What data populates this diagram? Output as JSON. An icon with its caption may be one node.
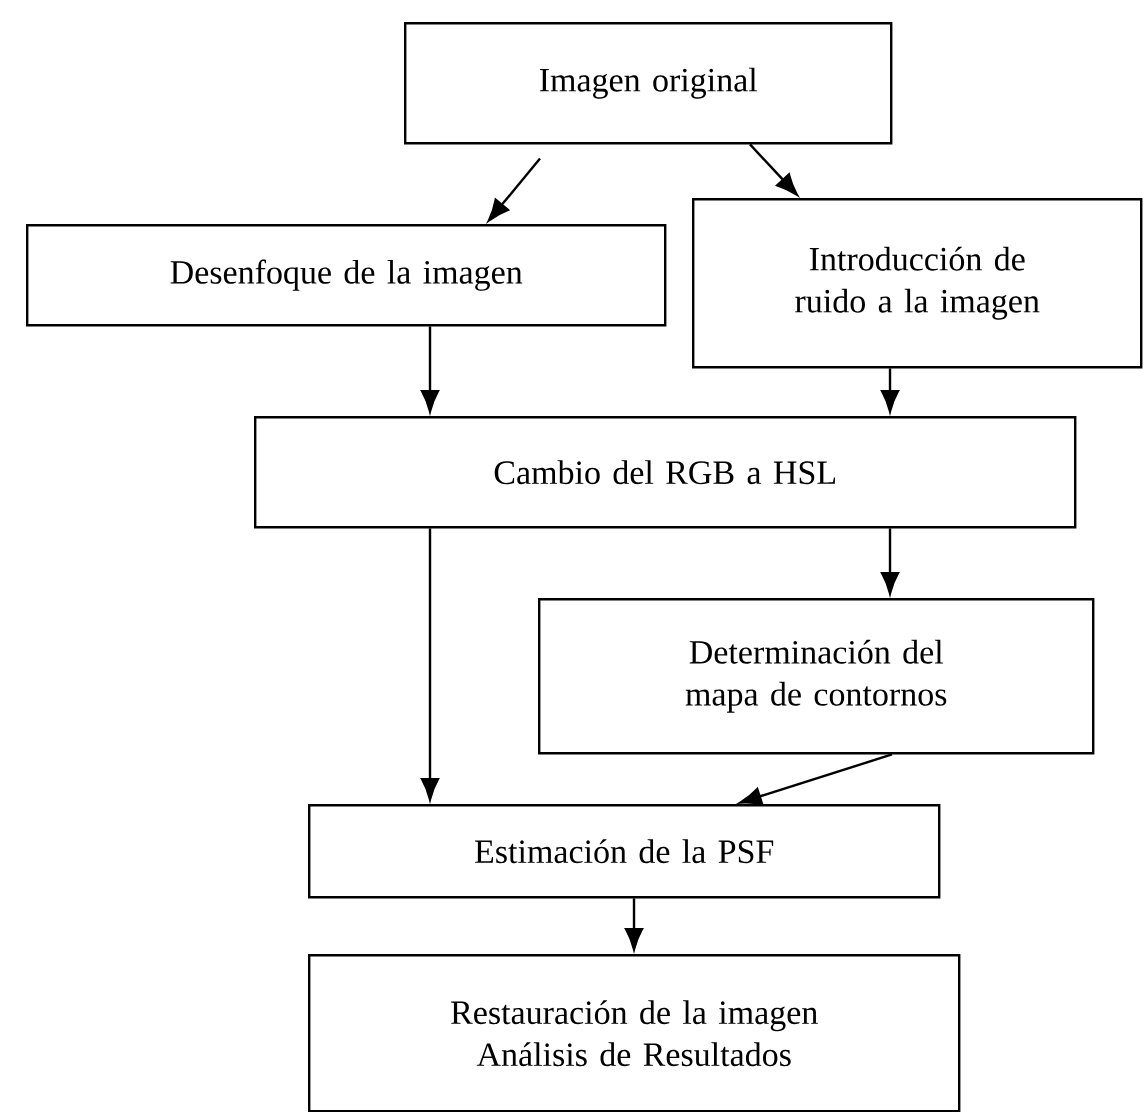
{
  "diagram": {
    "nodes": [
      {
        "text": [
          "Imagen original"
        ]
      },
      {
        "text": [
          "Desenfoque de la imagen"
        ]
      },
      {
        "text": [
          "Introducción de ruido a la imagen"
        ]
      },
      {
        "text": [
          "Cambio del RGB a HSL"
        ]
      },
      {
        "text": [
          "Determinación del mapa de contornos"
        ]
      },
      {
        "text": [
          "Estimación de la PSF"
        ]
      },
      {
        "text": [
          "Restauración de la imagen",
          "Análisis de Resultados"
        ]
      }
    ],
    "edges": [
      {
        "from": 0,
        "to": 1,
        "arrow": "to"
      },
      {
        "from": 0,
        "to": 2,
        "arrow": "to"
      },
      {
        "from": 1,
        "to": 3,
        "arrow": "to"
      },
      {
        "from": 2,
        "to": 3,
        "arrow": "to"
      },
      {
        "from": 3,
        "to": 5,
        "arrow": "to"
      },
      {
        "from": 3,
        "to": 4,
        "arrow": "to"
      },
      {
        "from": 4,
        "to": 5,
        "arrow": "to"
      },
      {
        "from": 5,
        "to": 6,
        "arrow": "to"
      }
    ]
  }
}
